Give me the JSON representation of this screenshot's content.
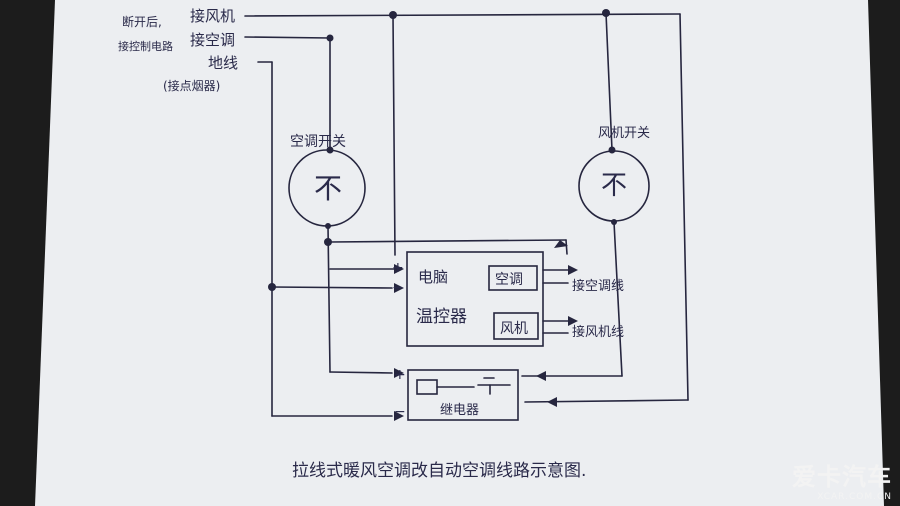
{
  "labels": {
    "fan_feed": "接风机",
    "ac_feed": "接空调",
    "ground": "地线",
    "ground_note": "(接点烟器)",
    "left_note_1": "断开后,",
    "left_note_2": "接控制电路",
    "ac_switch": "空调开关",
    "fan_switch": "风机开关",
    "switch_symbol": "不",
    "thermostat_line1": "电脑",
    "thermostat_line2": "温控器",
    "thermostat_ac": "空调",
    "thermostat_fan": "风机",
    "out_ac": "接空调线",
    "out_fan": "接风机线",
    "relay": "继电器",
    "plus": "+",
    "minus": "−",
    "caption": "拉线式暖风空调改自动空调线路示意图."
  },
  "watermark": {
    "brand": "爱卡汽车",
    "site": "XCAR.COM.CN"
  },
  "colors": {
    "paper": "#ecedf0",
    "ink": "#26263f",
    "backdrop": "#1c1c1c"
  }
}
